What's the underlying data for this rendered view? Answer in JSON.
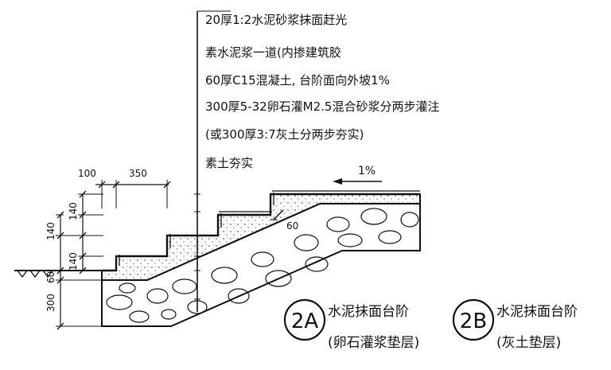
{
  "layers": [
    "20厚1:2水泥砂浆抹面赶光",
    "素水泥浆一道(内掺建筑胶",
    "60厚C15混凝土, 台阶面向外坡1%",
    "300厚5-32卵石灌M2.5混合砂浆分两步灌注",
    "(或300厚3:7灰土分两步夯实)",
    "素土夯实"
  ],
  "slope_label": "1%",
  "dimensions": {
    "tread_nosing": "100",
    "tread_width": "350",
    "riser_top": "140",
    "riser_mid": "140",
    "riser_low": "140",
    "slab": "60",
    "cushion": "300",
    "concrete_thickness": "60"
  },
  "details": [
    {
      "id": "2A",
      "title": "水泥抹面台阶",
      "subtitle": "(卵石灌浆垫层)"
    },
    {
      "id": "2B",
      "title": "水泥抹面台阶",
      "subtitle": "(灰土垫层)"
    }
  ]
}
